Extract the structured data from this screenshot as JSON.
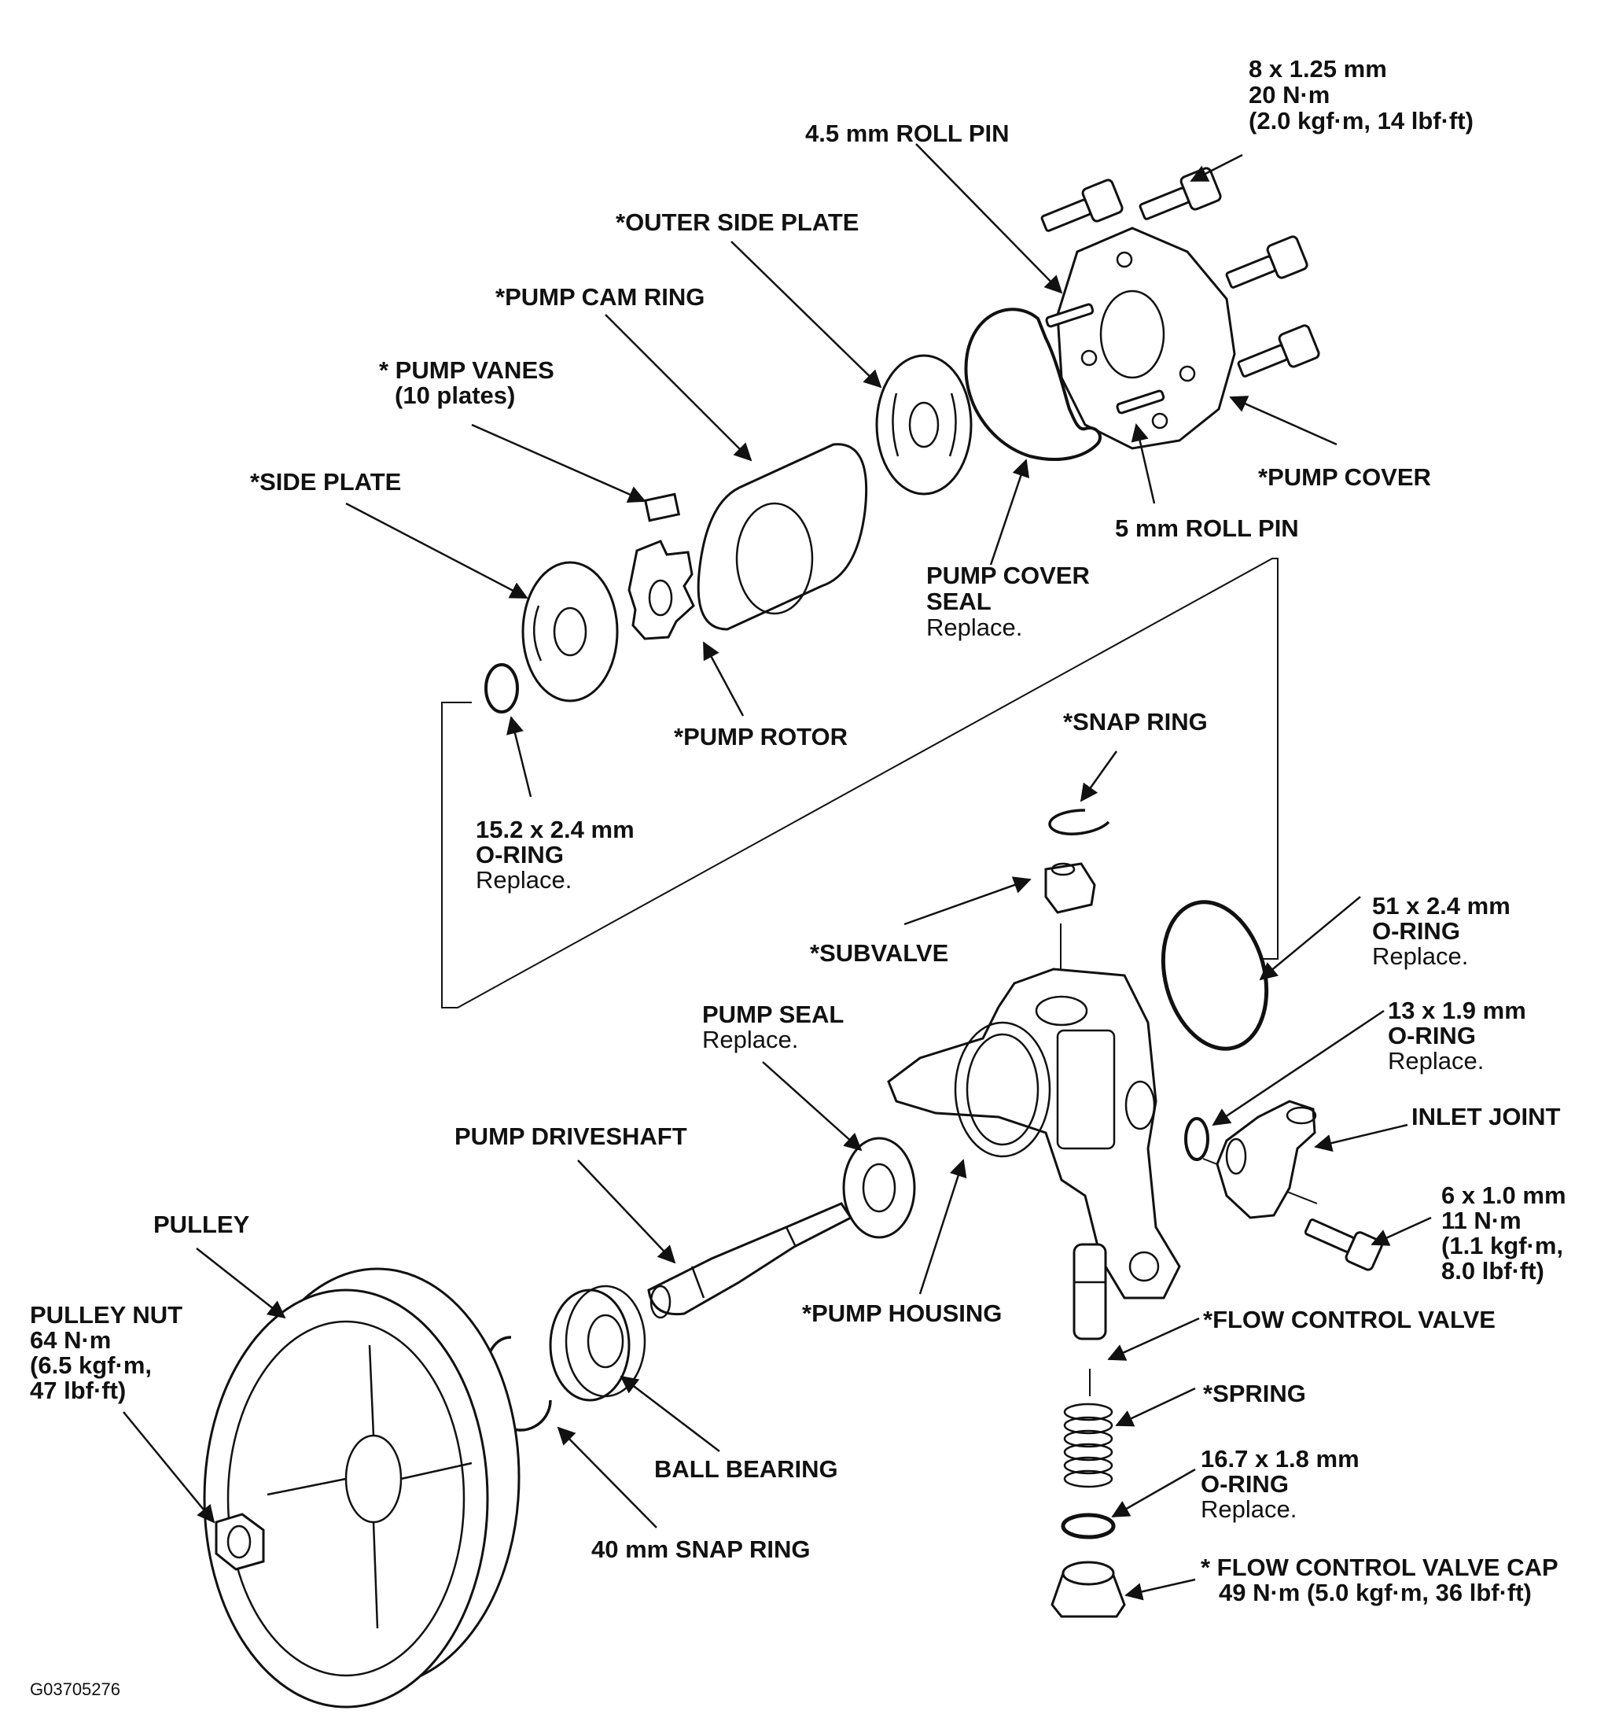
{
  "figure_code": "G03705276",
  "labels": {
    "cover_bolt": [
      "8 x 1.25 mm",
      "20 N·m",
      "(2.0 kgf·m, 14 lbf·ft)"
    ],
    "roll_pin_45": [
      "4.5 mm ROLL PIN"
    ],
    "outer_side_plate": [
      "*OUTER SIDE PLATE"
    ],
    "pump_cam_ring": [
      "*PUMP CAM RING"
    ],
    "pump_vanes": [
      "* PUMP VANES",
      "(10 plates)"
    ],
    "side_plate": [
      "*SIDE PLATE"
    ],
    "pump_cover": [
      "*PUMP COVER"
    ],
    "roll_pin_5": [
      "5 mm ROLL PIN"
    ],
    "pump_cover_seal": [
      "PUMP COVER",
      "SEAL",
      "Replace."
    ],
    "pump_rotor": [
      "*PUMP ROTOR"
    ],
    "snap_ring": [
      "*SNAP RING"
    ],
    "oring_152": [
      "15.2 x 2.4 mm",
      "O-RING",
      "Replace."
    ],
    "subvalve": [
      "*SUBVALVE"
    ],
    "oring_51": [
      "51 x 2.4 mm",
      "O-RING",
      "Replace."
    ],
    "pump_seal": [
      "PUMP SEAL",
      "Replace."
    ],
    "oring_13": [
      "13 x 1.9 mm",
      "O-RING",
      "Replace."
    ],
    "inlet_joint": [
      "INLET JOINT"
    ],
    "pump_driveshaft": [
      "PUMP DRIVESHAFT"
    ],
    "inlet_bolt": [
      "6 x 1.0 mm",
      "11 N·m",
      "(1.1 kgf·m,",
      "8.0 lbf·ft)"
    ],
    "pulley": [
      "PULLEY"
    ],
    "pulley_nut": [
      "PULLEY NUT",
      "64 N·m",
      "(6.5 kgf·m,",
      "47 lbf·ft)"
    ],
    "pump_housing": [
      "*PUMP HOUSING"
    ],
    "flow_control_valve": [
      "*FLOW CONTROL VALVE"
    ],
    "spring": [
      "*SPRING"
    ],
    "ball_bearing": [
      "BALL BEARING"
    ],
    "oring_167": [
      "16.7 x 1.8 mm",
      "O-RING",
      "Replace."
    ],
    "snap_ring_40": [
      "40 mm SNAP RING"
    ],
    "valve_cap": [
      "* FLOW CONTROL VALVE CAP",
      "49 N·m (5.0 kgf·m, 36 lbf·ft)"
    ]
  }
}
